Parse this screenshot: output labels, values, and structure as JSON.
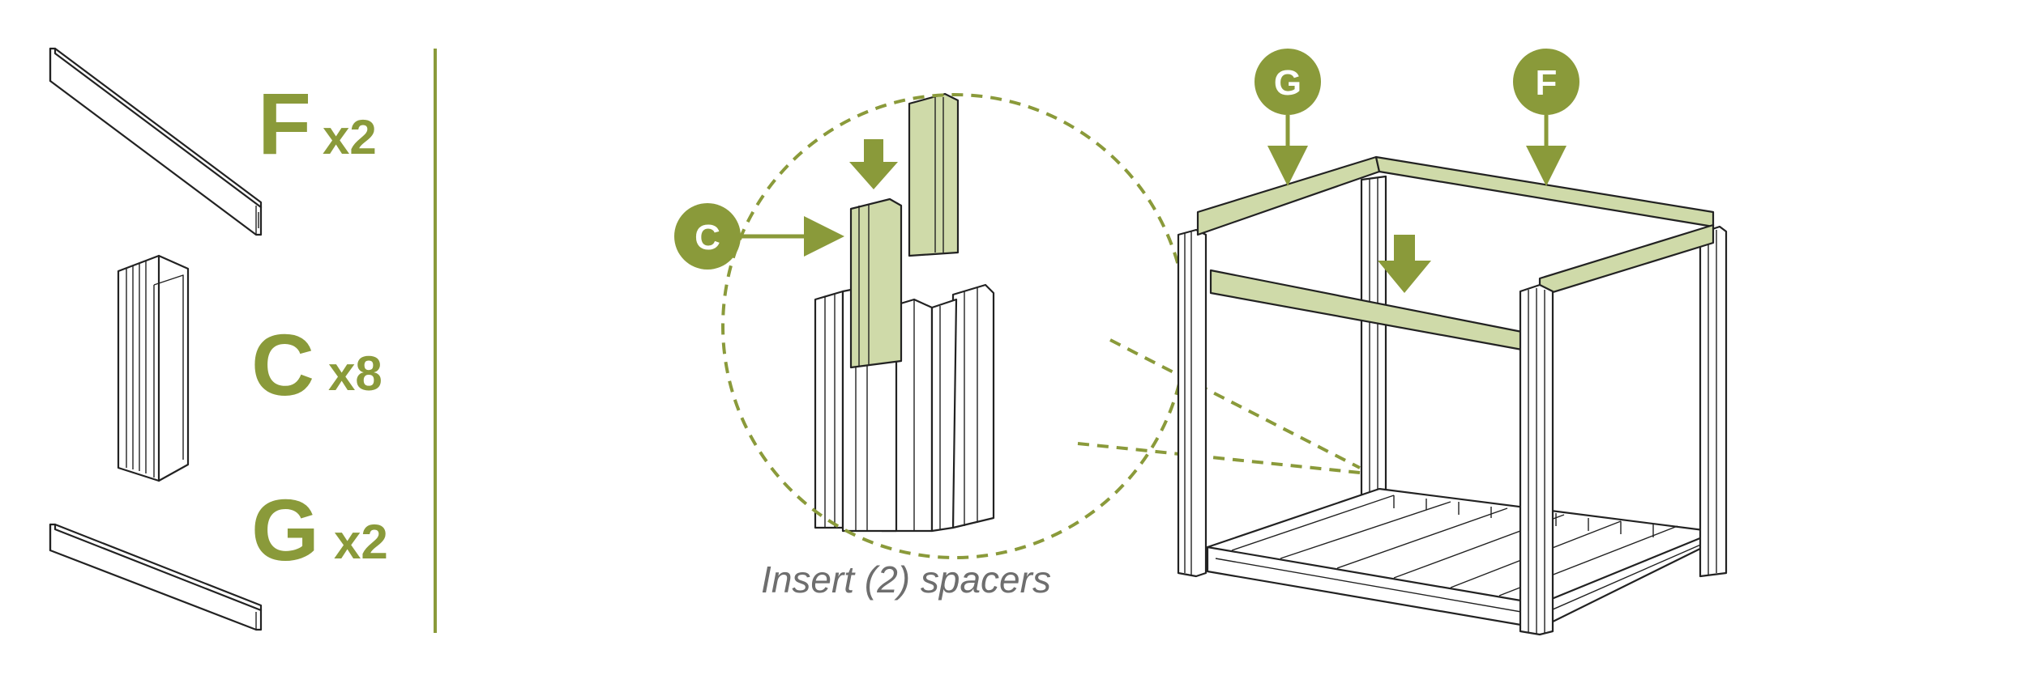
{
  "colors": {
    "accent": "#8a9a3a",
    "highlight": "#cfdaa9",
    "caption": "#6e6e6e"
  },
  "parts": [
    {
      "letter": "F",
      "qty": "x2"
    },
    {
      "letter": "C",
      "qty": "x8"
    },
    {
      "letter": "G",
      "qty": "x2"
    }
  ],
  "callouts": {
    "c_badge": "C",
    "g_badge": "G",
    "f_badge": "F"
  },
  "caption": "Insert (2) spacers"
}
